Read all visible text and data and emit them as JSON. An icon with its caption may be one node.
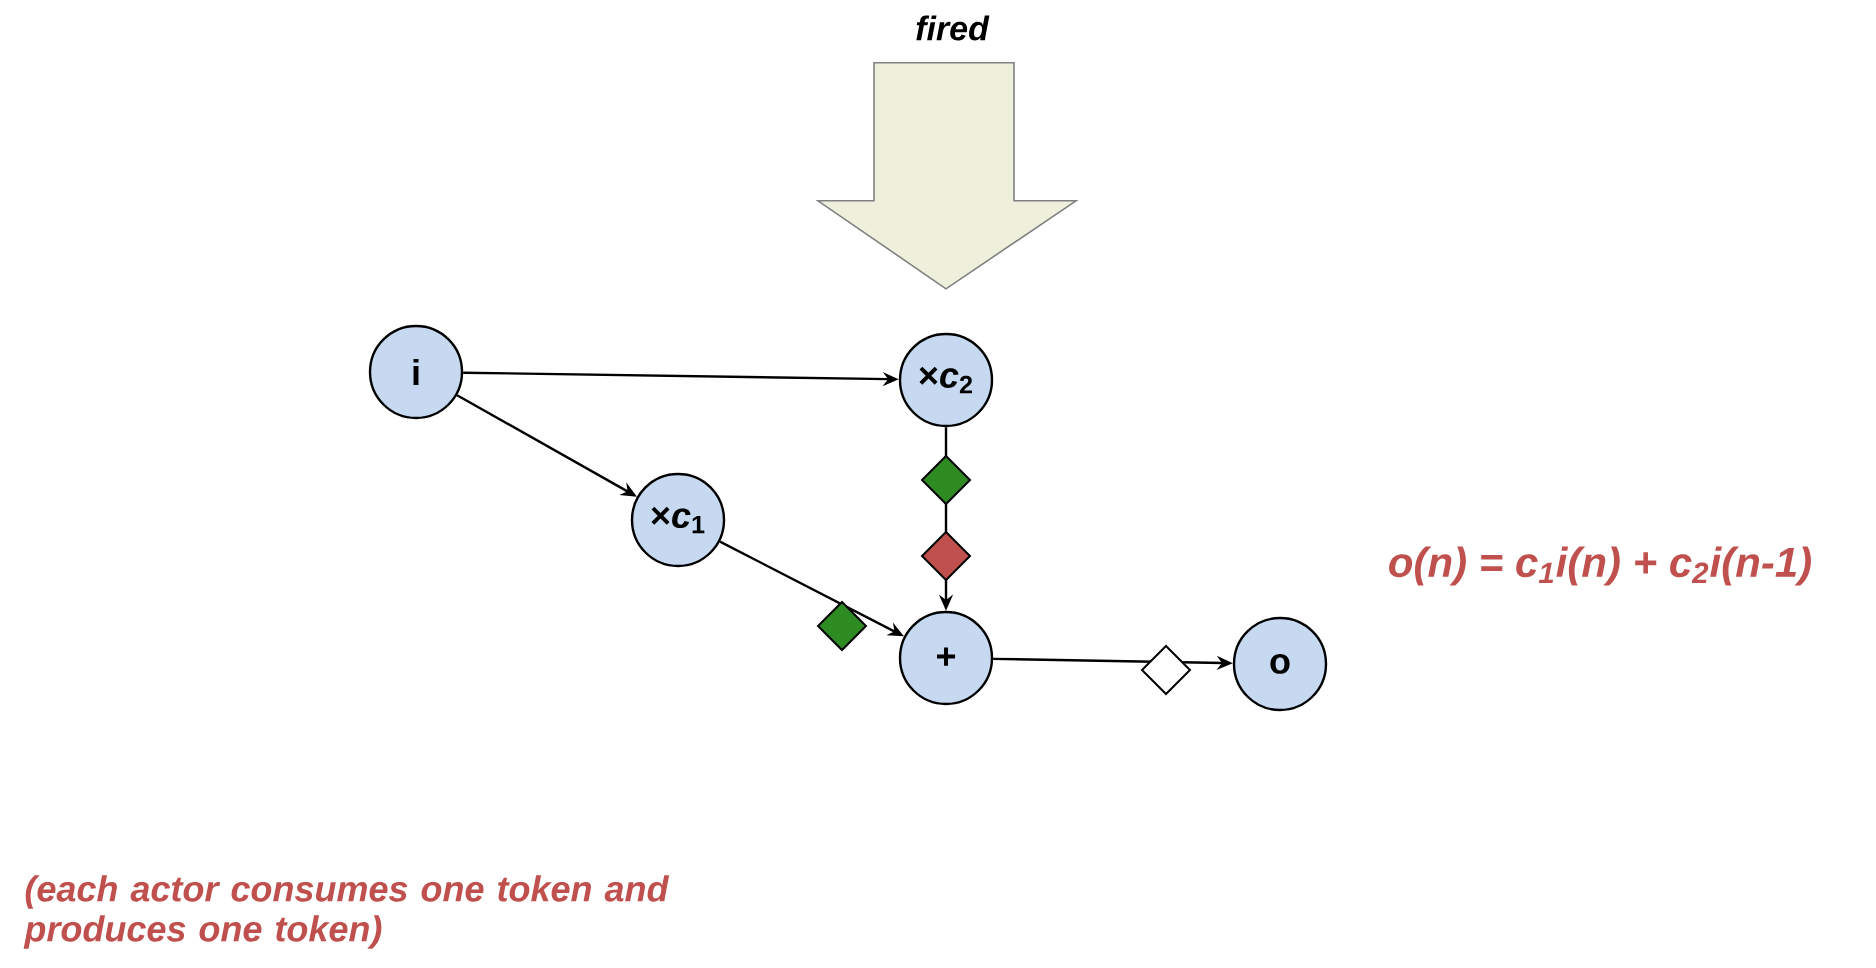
{
  "diagram": {
    "nodes": [
      {
        "text": [
          "i"
        ]
      },
      {
        "text": [
          "×*c*$_{2}$"
        ]
      },
      {
        "text": [
          "×*c*$_{1}$"
        ]
      },
      {
        "text": [
          "+"
        ]
      },
      {
        "text": [
          "o"
        ]
      }
    ],
    "edges": [
      {
        "from": 0,
        "to": 1,
        "arrow": "to"
      },
      {
        "from": 0,
        "to": 2,
        "arrow": "to"
      },
      {
        "from": 1,
        "to": 3,
        "arrow": "to"
      },
      {
        "from": 2,
        "to": 3,
        "arrow": "to"
      },
      {
        "from": 3,
        "to": 4,
        "arrow": "to"
      },
      {
        "from": null,
        "to": 1,
        "arrow": "to",
        "style": "thick"
      }
    ],
    "labels": [
      "fired",
      "o(n) = c$_{1}$i(n) + c$_{2}$i(n-1)",
      "(each actor consumes one token and produces one token)"
    ]
  }
}
